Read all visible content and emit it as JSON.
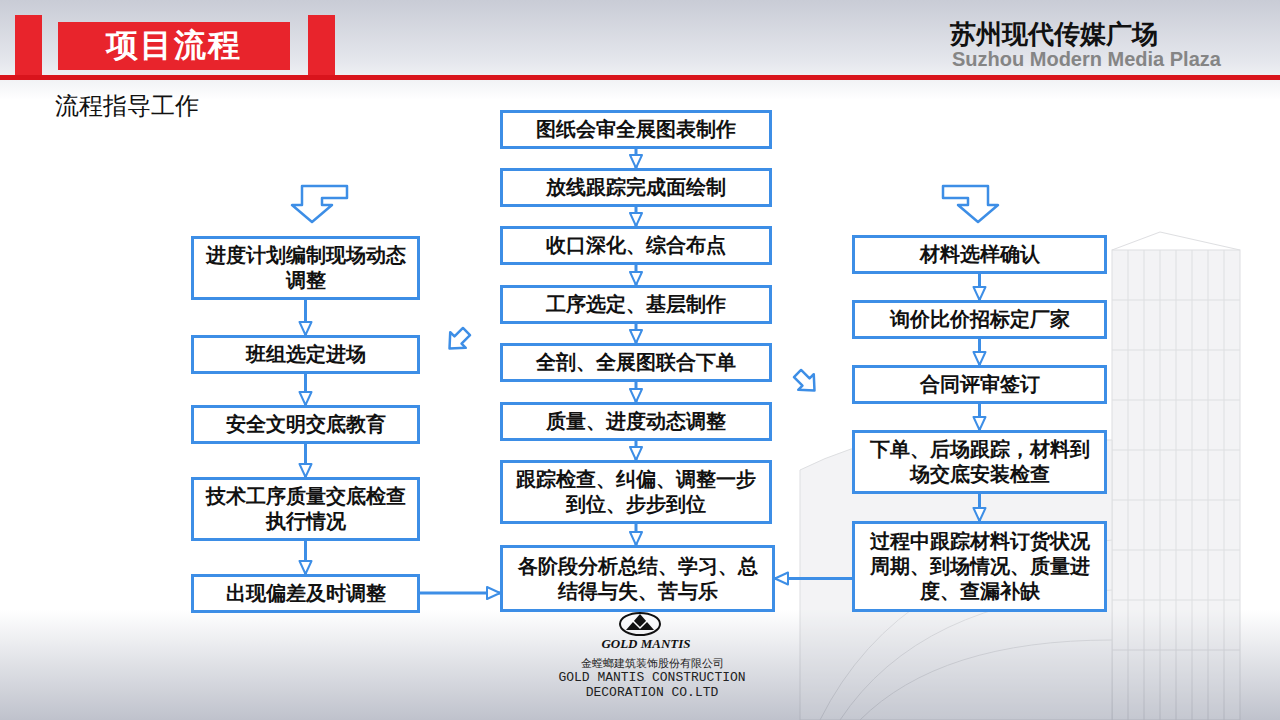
{
  "diagram": {
    "title": "项目流程",
    "nodes": [
      {
        "text": [
          "图纸会审全展图表制作"
        ]
      },
      {
        "text": [
          "放线跟踪完成面绘制"
        ]
      },
      {
        "text": [
          "收口深化、综合布点"
        ]
      },
      {
        "text": [
          "工序选定、基层制作"
        ]
      },
      {
        "text": [
          "全剖、全展图联合下单"
        ]
      },
      {
        "text": [
          "质量、进度动态调整"
        ]
      },
      {
        "text": [
          "跟踪检查、纠偏、调整一步到位、步步到位"
        ]
      },
      {
        "text": [
          "各阶段分析总结、学习、总结得与失、苦与乐"
        ]
      },
      {
        "text": [
          "进度计划编制现场动态调整"
        ]
      },
      {
        "text": [
          "班组选定进场"
        ]
      },
      {
        "text": [
          "安全文明交底教育"
        ]
      },
      {
        "text": [
          "技术工序质量交底检查执行情况"
        ]
      },
      {
        "text": [
          "出现偏差及时调整"
        ]
      },
      {
        "text": [
          "材料选样确认"
        ]
      },
      {
        "text": [
          "询价比价招标定厂家"
        ]
      },
      {
        "text": [
          "合同评审签订"
        ]
      },
      {
        "text": [
          "下单、后场跟踪，材料到场交底安装检查"
        ]
      },
      {
        "text": [
          "过程中跟踪材料订货状况周期、到场情况、质量进度、查漏补缺"
        ]
      }
    ],
    "edges": [
      {
        "from": 0,
        "to": 1,
        "arrow": "to"
      },
      {
        "from": 1,
        "to": 2,
        "arrow": "to"
      },
      {
        "from": 2,
        "to": 3,
        "arrow": "to"
      },
      {
        "from": 3,
        "to": 4,
        "arrow": "to"
      },
      {
        "from": 4,
        "to": 5,
        "arrow": "to"
      },
      {
        "from": 5,
        "to": 6,
        "arrow": "to"
      },
      {
        "from": 6,
        "to": 7,
        "arrow": "to"
      },
      {
        "from": 8,
        "to": 9,
        "arrow": "to"
      },
      {
        "from": 9,
        "to": 10,
        "arrow": "to"
      },
      {
        "from": 10,
        "to": 11,
        "arrow": "to"
      },
      {
        "from": 11,
        "to": 12,
        "arrow": "to"
      },
      {
        "from": 13,
        "to": 14,
        "arrow": "to"
      },
      {
        "from": 14,
        "to": 15,
        "arrow": "to"
      },
      {
        "from": 15,
        "to": 16,
        "arrow": "to"
      },
      {
        "from": 16,
        "to": 17,
        "arrow": "to"
      },
      {
        "from": 12,
        "to": 7,
        "arrow": "to"
      },
      {
        "from": 17,
        "to": 7,
        "arrow": "to"
      }
    ],
    "labels": [
      "苏州现代传媒广场",
      "Suzhou Modern Media Plaza",
      "流程指导工作",
      "GOLD MANTIS",
      "金螳螂建筑装饰股份有限公司",
      "GOLD MANTIS CONSTRUCTION DECORATION CO.LTD"
    ]
  }
}
